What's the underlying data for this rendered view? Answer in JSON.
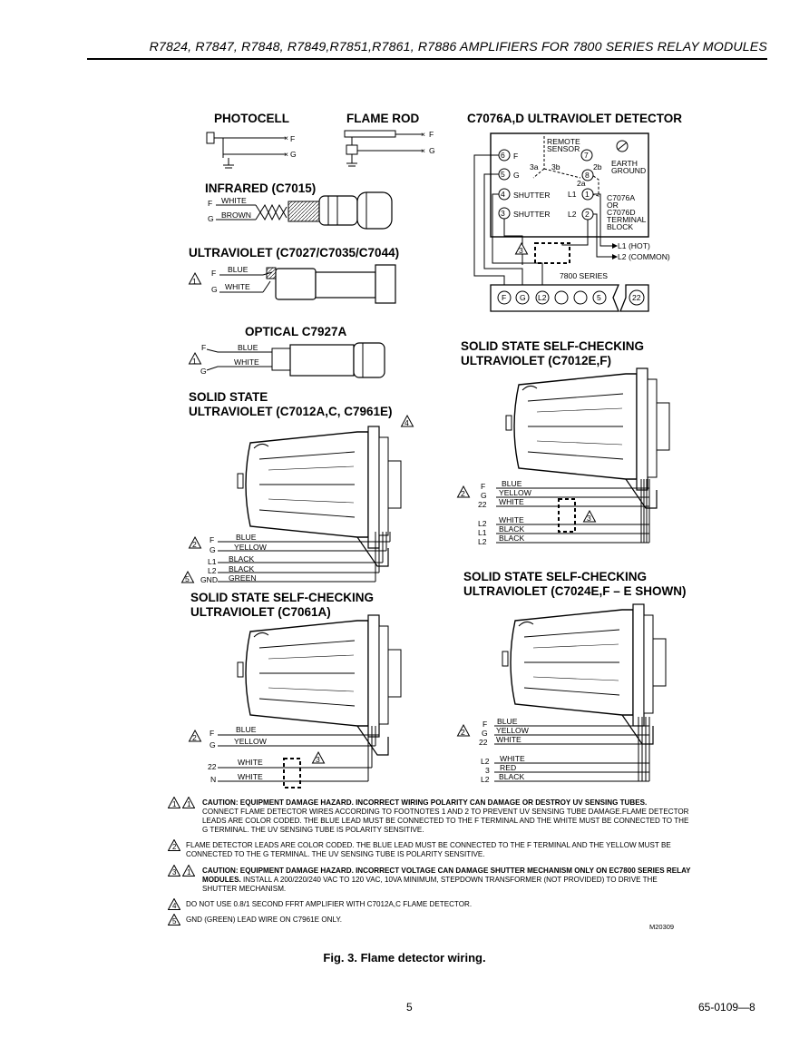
{
  "header": {
    "title": "R7824, R7847, R7848, R7849,R7851,R7861, R7886 AMPLIFIERS FOR 7800 SERIES RELAY MODULES"
  },
  "figure": {
    "photocell": {
      "title": "PHOTOCELL",
      "f": "F",
      "g": "G"
    },
    "flame_rod": {
      "title": "FLAME ROD",
      "f": "F",
      "g": "G"
    },
    "infrared": {
      "title": "INFRARED (C7015)",
      "f": "F",
      "g": "G",
      "white": "WHITE",
      "brown": "BROWN"
    },
    "uv_c7027": {
      "title": "ULTRAVIOLET (C7027/C7035/C7044)",
      "f": "F",
      "g": "G",
      "blue": "BLUE",
      "white": "WHITE",
      "note": "1"
    },
    "optical": {
      "title": "OPTICAL C7927A",
      "f": "F",
      "g": "G",
      "blue": "BLUE",
      "white": "WHITE",
      "note": "1"
    },
    "c7076": {
      "title": "C7076A,D ULTRAVIOLET DETECTOR",
      "remote": "REMOTE",
      "sensor": "SENSOR",
      "t6": "6",
      "f": "F",
      "t5": "5",
      "g": "G",
      "t4": "4",
      "shutter1": "SHUTTER",
      "t3": "3",
      "shutter2": "SHUTTER",
      "t7": "7",
      "t8": "8",
      "t1": "1",
      "t2": "2",
      "l3a": "3a",
      "l3b": "3b",
      "l2b": "2b",
      "l2a": "2a",
      "earth": "EARTH",
      "ground": "GROUND",
      "l1": "L1",
      "l2": "L2",
      "tb1": "C7076A",
      "tb2": "OR",
      "tb3": "C7076D",
      "tb4": "TERMINAL",
      "tb5": "BLOCK",
      "l1hot": "L1 (HOT)",
      "l2common": "L2 (COMMON)",
      "note": "3",
      "series": "7800 SERIES",
      "strip": {
        "f": "F",
        "g": "G",
        "l2": "L2",
        "five": "5",
        "t22": "22"
      }
    },
    "c7012ef": {
      "title1": "SOLID STATE SELF-CHECKING",
      "title2": "ULTRAVIOLET (C7012E,F)",
      "note2": "2",
      "note3": "3",
      "f": "F",
      "g": "G",
      "t22": "22",
      "l2a": "L2",
      "l1": "L1",
      "l2b": "L2",
      "blue": "BLUE",
      "yellow": "YELLOW",
      "white": "WHITE",
      "white2": "WHITE",
      "black1": "BLACK",
      "black2": "BLACK"
    },
    "c7012ac": {
      "title1": "SOLID STATE",
      "title2": "ULTRAVIOLET (C7012A,C, C7961E)",
      "note4": "4",
      "note2": "2",
      "note5": "5",
      "f": "F",
      "g": "G",
      "l1": "L1",
      "l2": "L2",
      "gnd": "GND",
      "blue": "BLUE",
      "yellow": "YELLOW",
      "black1": "BLACK",
      "black2": "BLACK",
      "green": "GREEN"
    },
    "c7024": {
      "title1": "SOLID STATE SELF-CHECKING",
      "title2": "ULTRAVIOLET (C7024E,F – E SHOWN)",
      "note2": "2",
      "f": "F",
      "g": "G",
      "t22": "22",
      "l2a": "L2",
      "t3": "3",
      "l2b": "L2",
      "blue": "BLUE",
      "yellow": "YELLOW",
      "white": "WHITE",
      "white2": "WHITE",
      "red": "RED",
      "black": "BLACK"
    },
    "c7061": {
      "title1": "SOLID STATE SELF-CHECKING",
      "title2": "ULTRAVIOLET (C7061A)",
      "note2": "2",
      "note3": "3",
      "f": "F",
      "g": "G",
      "t22": "22",
      "n": "N",
      "blue": "BLUE",
      "yellow": "YELLOW",
      "white1": "WHITE",
      "white2": "WHITE"
    }
  },
  "notes": {
    "n1": {
      "mark": "1",
      "heading": "CAUTION: EQUIPMENT DAMAGE HAZARD. INCORRECT WIRING POLARITY CAN DAMAGE OR DESTROY UV SENSING TUBES.",
      "body": "CONNECT FLAME DETECTOR WIRES ACCORDING TO FOOTNOTES 1 AND 2 TO PREVENT UV SENSING TUBE DAMAGE.FLAME DETECTOR LEADS ARE COLOR CODED.  THE BLUE LEAD MUST BE CONNECTED TO THE F TERMINAL AND THE WHITE MUST BE CONNECTED TO THE G TERMINAL.  THE UV SENSING TUBE IS POLARITY SENSITIVE."
    },
    "n2": {
      "mark": "2",
      "body": "FLAME DETECTOR LEADS ARE COLOR CODED.  THE BLUE LEAD MUST BE CONNECTED TO THE F TERMINAL AND THE YELLOW MUST BE CONNECTED TO THE G TERMINAL.  THE UV SENSING TUBE IS POLARITY SENSITIVE."
    },
    "n3": {
      "mark": "3",
      "heading": "CAUTION: EQUIPMENT DAMAGE HAZARD. INCORRECT VOLTAGE CAN DAMAGE SHUTTER MECHANISM ONLY ON EC7800 SERIES RELAY MODULES.",
      "body": " INSTALL A 200/220/240 VAC TO 120 VAC, 10VA MINIMUM, STEPDOWN TRANSFORMER (NOT PROVIDED) TO DRIVE THE SHUTTER MECHANISM."
    },
    "n4": {
      "mark": "4",
      "body": "DO NOT USE 0.8/1 SECOND FFRT AMPLIFIER WITH C7012A,C FLAME DETECTOR."
    },
    "n5": {
      "mark": "5",
      "body": "GND (GREEN) LEAD WIRE ON C7961E ONLY."
    }
  },
  "figure_code": "M20309",
  "caption": "Fig. 3. Flame detector wiring.",
  "footer": {
    "page": "5",
    "doc": "65-0109—8"
  }
}
